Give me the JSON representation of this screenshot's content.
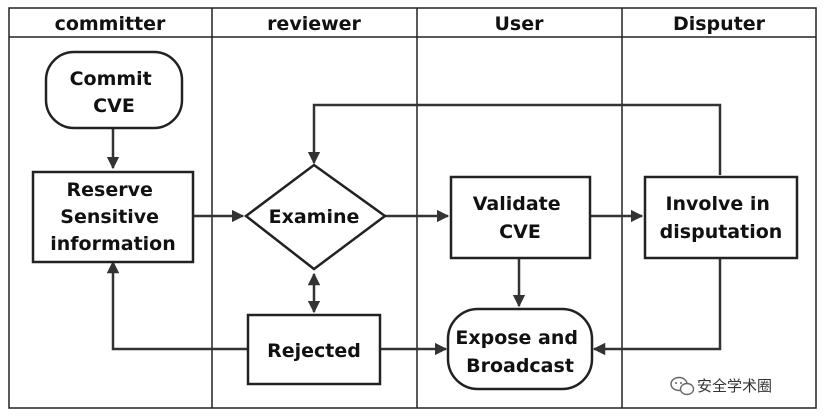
{
  "lanes": [
    "committer",
    "reviewer",
    "User",
    "Disputer"
  ],
  "nodes": {
    "commit": [
      "Commit",
      "CVE"
    ],
    "reserve": [
      "Reserve",
      "Sensitive",
      "information"
    ],
    "examine": [
      "Examine"
    ],
    "rejected": [
      "Rejected"
    ],
    "validate": [
      "Validate",
      "CVE"
    ],
    "involve": [
      "Involve in",
      "disputation"
    ],
    "expose": [
      "Expose and",
      "Broadcast"
    ]
  },
  "watermark": "安全学术圈",
  "icons": {
    "watermark": "wechat-logo-icon"
  },
  "colors": {
    "stroke": "#222222",
    "text": "#111111",
    "background": "#ffffff"
  }
}
